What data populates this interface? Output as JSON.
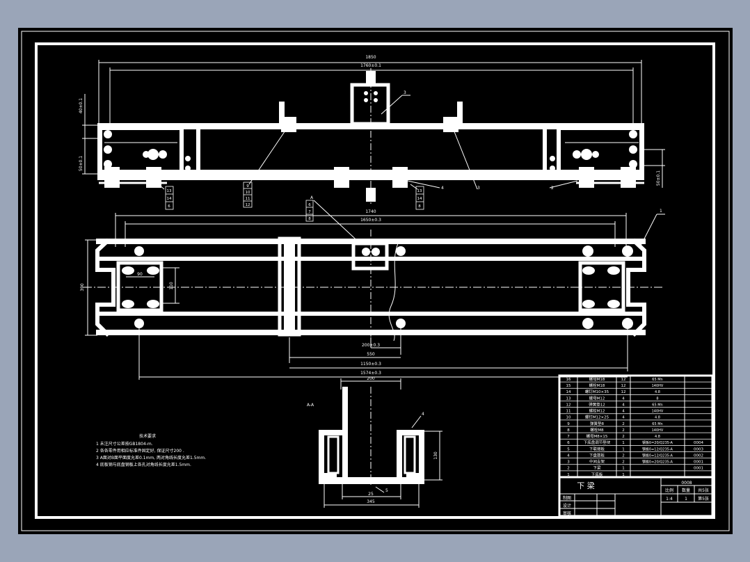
{
  "colors": {
    "viewport_bg": "#9aa5b8",
    "sheet_bg": "#000000",
    "lines": "#ffffff"
  },
  "top_view": {
    "overall_length": "1850",
    "inner_length": "1760±0.1",
    "left_dim_top": "40±0.1",
    "left_dim_bottom": "50±0.1",
    "right_dim": "50±0.1",
    "balloons": {
      "b3_center": "3",
      "b3_right": "3",
      "b4": "4",
      "b2": "2"
    },
    "left_stack": [
      "9",
      "10",
      "11",
      "12"
    ],
    "mid_stack": [
      "13",
      "14",
      "6"
    ],
    "right_stack": [
      "13",
      "14",
      "8"
    ]
  },
  "plan_view": {
    "section_mark": "A",
    "section_stack": [
      "6",
      "7",
      "8"
    ],
    "dim_1740": "1740",
    "dim_1650": "1650±0.3",
    "dim_width": "390",
    "dim_90": "90",
    "dim_110": "110",
    "dim_200": "200±0.3",
    "dim_550": "550",
    "dim_1150": "1150±0.3",
    "dim_1574": "1574±0.3",
    "balloon_1": "1"
  },
  "section_view": {
    "label": "A-A",
    "width_top": "200",
    "height": "130",
    "dim_25": "25",
    "dim_bottom": "345",
    "balloon_4": "4",
    "balloon_5": "5"
  },
  "tech_notes": {
    "title": "技术要求",
    "items": [
      "1 未注尺寸公差按GB1804-m.",
      "2 各各零件用相应标准件固定好, 保证尺寸200 .",
      "3 A面对B面平面度允差0.1mm, 两对角线长度允差1.5mm.",
      "4 底板钢与底盘钢板上各孔对角线长度允差1.5mm."
    ]
  },
  "bom": {
    "rows": [
      [
        "16",
        "螺母M18",
        "12",
        "65 Mn",
        ""
      ],
      [
        "15",
        "螺栓M18",
        "12",
        "140HV",
        ""
      ],
      [
        "14",
        "螺钉M10×35",
        "12",
        "4.8",
        ""
      ],
      [
        "13",
        "螺母M12",
        "4",
        "8",
        ""
      ],
      [
        "12",
        "弹簧垫12",
        "4",
        "65 Mn",
        ""
      ],
      [
        "11",
        "螺栓M12",
        "4",
        "140HV",
        ""
      ],
      [
        "10",
        "螺钉M12×25",
        "4",
        "4.8",
        ""
      ],
      [
        "9",
        "弹簧垫8",
        "2",
        "65 Mn",
        ""
      ],
      [
        "8",
        "螺栓M8",
        "2",
        "140HV",
        ""
      ],
      [
        "7",
        "螺母M8×15",
        "2",
        "4.8",
        ""
      ],
      [
        "6",
        "下底盘调节垫块",
        "1",
        "钢板δ=20/Q235-A",
        "0004"
      ],
      [
        "5",
        "下联接板",
        "1",
        "钢板δ=12/Q235-A",
        "0003"
      ],
      [
        "4",
        "下盘筋板",
        "2",
        "钢板δ=12/Q235-A",
        "0002"
      ],
      [
        "3",
        "中间支架",
        "2",
        "钢板δ=20/Q235-A",
        "0001"
      ],
      [
        "2",
        "下梁",
        "1",
        "",
        "0001"
      ],
      [
        "1",
        "下底板",
        "1",
        "",
        ""
      ]
    ]
  },
  "title_block": {
    "part_name": "下 梁",
    "drawing_no": "0008",
    "headers": [
      "比例",
      "数量",
      "共5张"
    ],
    "values": [
      "1:4",
      "1",
      "第5张"
    ],
    "roles": [
      "制图",
      "设计",
      "审核"
    ]
  }
}
